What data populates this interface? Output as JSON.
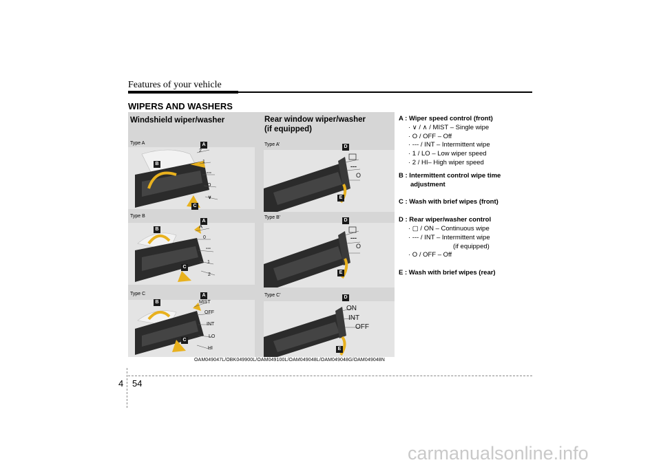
{
  "header": {
    "section_title": "Features of your vehicle"
  },
  "page_title": "WIPERS AND WASHERS",
  "left_column": {
    "title": "Windshield wiper/washer",
    "types": [
      {
        "label": "Type A",
        "lever_labels": [
          "2",
          "1",
          "---",
          "O",
          "∨"
        ]
      },
      {
        "label": "Type B",
        "lever_labels": [
          "^",
          "0",
          "---",
          "1",
          "2"
        ]
      },
      {
        "label": "Type C",
        "lever_labels": [
          "MIST",
          "OFF",
          "INT",
          "LO",
          "HI"
        ]
      }
    ]
  },
  "right_column": {
    "title_line1": "Rear window wiper/washer",
    "title_line2": "(if equipped)",
    "types": [
      {
        "label": "Type A’",
        "lever_labels": [
          "---",
          "O"
        ]
      },
      {
        "label": "Type B’",
        "lever_labels": [
          "---",
          "O"
        ]
      },
      {
        "label": "Type C’",
        "lever_labels": [
          "ON",
          "INT",
          "OFF"
        ]
      }
    ]
  },
  "badges": {
    "a": "A",
    "b": "B",
    "c": "C",
    "d": "D",
    "e": "E"
  },
  "image_code": "OAM049047L/OBK049900L/OAM049100L/OAM049048L/OAM049048G/OAM049048N",
  "legend": {
    "a_title": "A : Wiper speed control (front)",
    "a_items": [
      "· ∨ / ∧ / MIST – Single wipe",
      "· O / OFF – Off",
      "· --- / INT – Intermittent wipe",
      "· 1 / LO – Low wiper speed",
      "· 2 / HI– High wiper speed"
    ],
    "b_title_1": "B : Intermittent control wipe time",
    "b_title_2": "adjustment",
    "c_title": "C : Wash with brief wipes (front)",
    "d_title": "D : Rear wiper/washer control",
    "d_items": [
      "· ▢ / ON – Continuous wipe",
      "· --- / INT – Intermittent wipe",
      "(if equipped)",
      "· O / OFF – Off"
    ],
    "e_title": "E : Wash with brief wipes (rear)"
  },
  "footer": {
    "section": "4",
    "page": "54"
  },
  "watermark": "carmanualsonline.info"
}
